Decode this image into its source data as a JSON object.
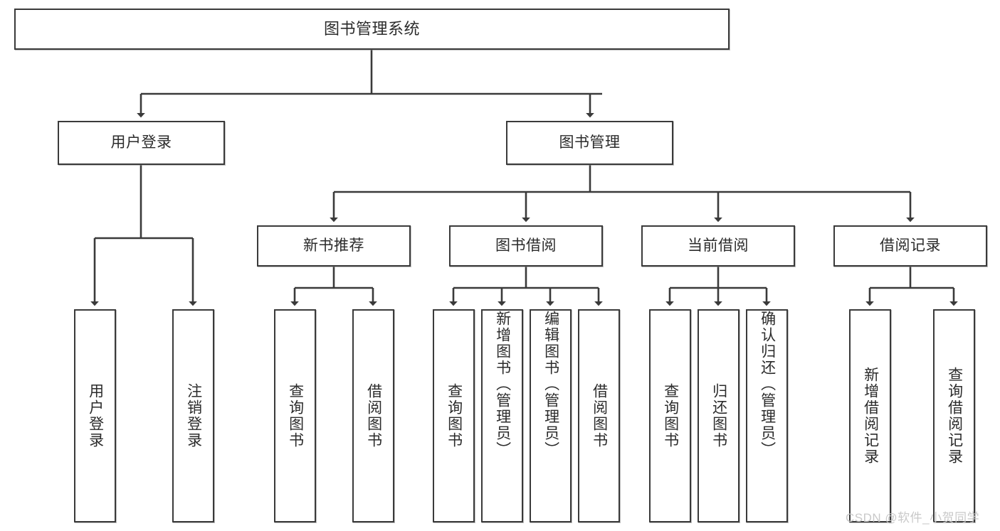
{
  "diagram": {
    "type": "tree-hierarchy",
    "title": "图书管理系统",
    "root": {
      "label": "图书管理系统"
    },
    "level2": [
      {
        "label": "用户登录"
      },
      {
        "label": "图书管理"
      }
    ],
    "level3": [
      {
        "label": "新书推荐"
      },
      {
        "label": "图书借阅"
      },
      {
        "label": "当前借阅"
      },
      {
        "label": "借阅记录"
      }
    ],
    "leaves": {
      "user_login": [
        {
          "label": "用户登录"
        },
        {
          "label": "注销登录"
        }
      ],
      "new_book_recommend": [
        {
          "label": "查询图书"
        },
        {
          "label": "借阅图书"
        }
      ],
      "book_borrow": [
        {
          "label": "查询图书"
        },
        {
          "label": "新增图书（管理员）"
        },
        {
          "label": "编辑图书（管理员）"
        },
        {
          "label": "借阅图书"
        }
      ],
      "current_borrow": [
        {
          "label": "查询图书"
        },
        {
          "label": "归还图书"
        },
        {
          "label": "确认归还（管理员）"
        }
      ],
      "borrow_record": [
        {
          "label": "新增借阅记录"
        },
        {
          "label": "查询借阅记录"
        }
      ]
    },
    "watermark": "CSDN @软件_小贺同学",
    "colors": {
      "stroke": "#3a3a3a",
      "text": "#2b2b2b",
      "background": "#ffffff",
      "watermark": "#c9c9c9"
    }
  }
}
